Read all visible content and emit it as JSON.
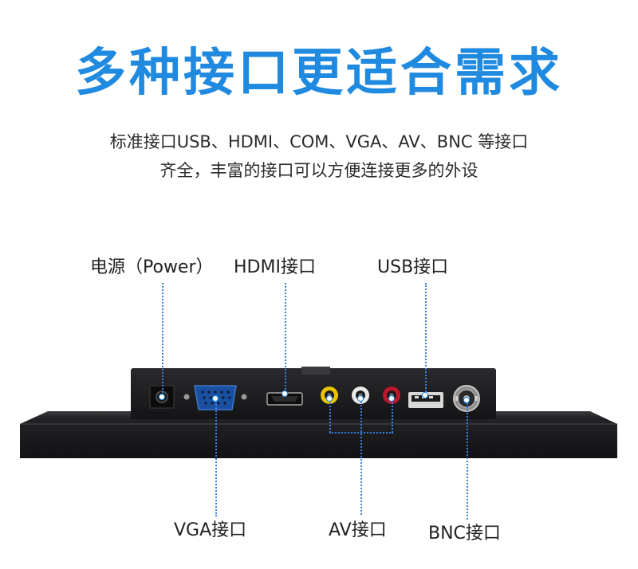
{
  "headline": "多种接口更适合需求",
  "subtitle": {
    "line1": "标准接口USB、HDMI、COM、VGA、AV、BNC 等接口",
    "line2": "齐全，丰富的接口可以方便连接更多的外设"
  },
  "labels": {
    "power": "电源（Power）",
    "hdmi": "HDMI接口",
    "usb": "USB接口",
    "vga": "VGA接口",
    "av": "AV接口",
    "bnc": "BNC接口"
  },
  "colors": {
    "accent": "#1f8ae0",
    "leader_line": "#3a7fe0",
    "device_body": "#1c1c1e",
    "av_yellow": "#e8c400",
    "av_white": "#e9e9e9",
    "av_red": "#c0162b",
    "vga_blue": "#1b4fa0"
  },
  "icons": [
    "dc-power-jack",
    "vga-port",
    "hdmi-port",
    "av-yellow-jack",
    "av-white-jack",
    "av-red-jack",
    "usb-port",
    "bnc-connector"
  ]
}
